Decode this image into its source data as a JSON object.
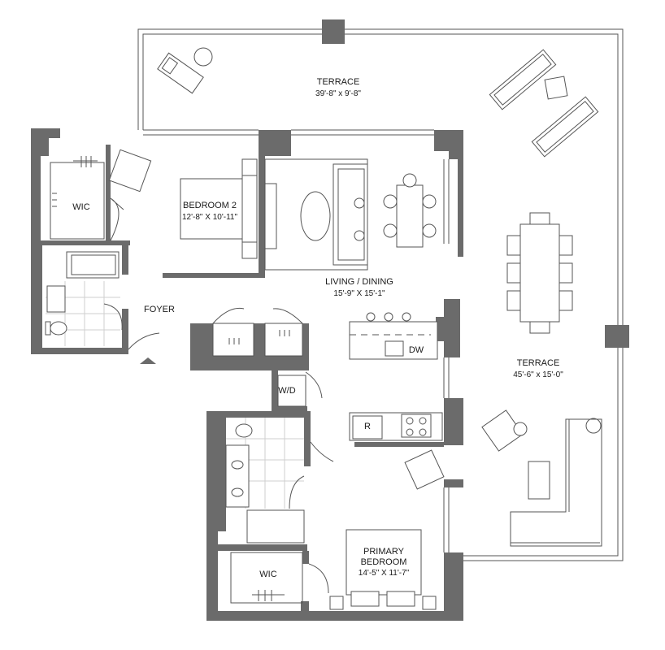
{
  "rooms": {
    "terrace_top": {
      "name": "TERRACE",
      "dims": "39'-8\" x 9'-8\""
    },
    "terrace_right": {
      "name": "TERRACE",
      "dims": "45'-6\" x 15'-0\""
    },
    "bedroom2": {
      "name": "BEDROOM 2",
      "dims": "12'-8\" X 10'-11\""
    },
    "wic_top": {
      "name": "WIC"
    },
    "living": {
      "name": "LIVING / DINING",
      "dims": "15'-9\" X 15'-1\""
    },
    "foyer": {
      "name": "FOYER"
    },
    "wd": {
      "name": "W/D"
    },
    "dw": {
      "name": "DW"
    },
    "fridge": {
      "name": "R"
    },
    "primary": {
      "name_line1": "PRIMARY",
      "name_line2": "BEDROOM",
      "dims": "14'-5\" X 11'-7\""
    },
    "wic_bottom": {
      "name": "WIC"
    }
  },
  "colors": {
    "wall": "#6b6b6b",
    "line": "#555555",
    "background": "#ffffff"
  },
  "icons": {
    "entry": "entry-arrow-icon"
  }
}
